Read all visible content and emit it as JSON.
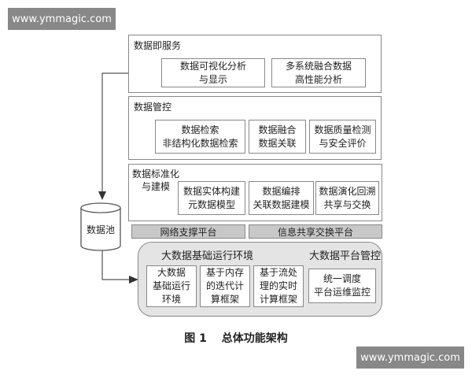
{
  "watermark": "www.ymmagic.com",
  "layers": {
    "service": {
      "title": "数据即服务",
      "boxes": [
        "数据可视化分析\n与显示",
        "多系统融合数据\n高性能分析"
      ]
    },
    "control": {
      "title": "数据管控",
      "boxes": [
        "数据检索\n非结构化数据检索",
        "数据融合\n数据关联",
        "数据质量检测\n与安全评价"
      ]
    },
    "standard": {
      "title": "数据标准化\n与建模",
      "boxes": [
        "数据实体构建\n元数据模型",
        "数据编排\n关联数据建模",
        "数据演化回溯\n共享与交换"
      ]
    },
    "platforms": [
      "网络支撑平台",
      "信息共享交换平台"
    ],
    "base": {
      "title": "大数据基础运行环境",
      "mgmt_title": "大数据平台管控",
      "boxes": [
        "大数据\n基础运行\n环境",
        "基于内存\n的迭代计\n算框架",
        "基于流处\n理的实时\n计算框架"
      ],
      "mgmt_box": "统一调度\n平台运维监控"
    }
  },
  "pool": "数据池",
  "caption": "图 1　 总体功能架构"
}
